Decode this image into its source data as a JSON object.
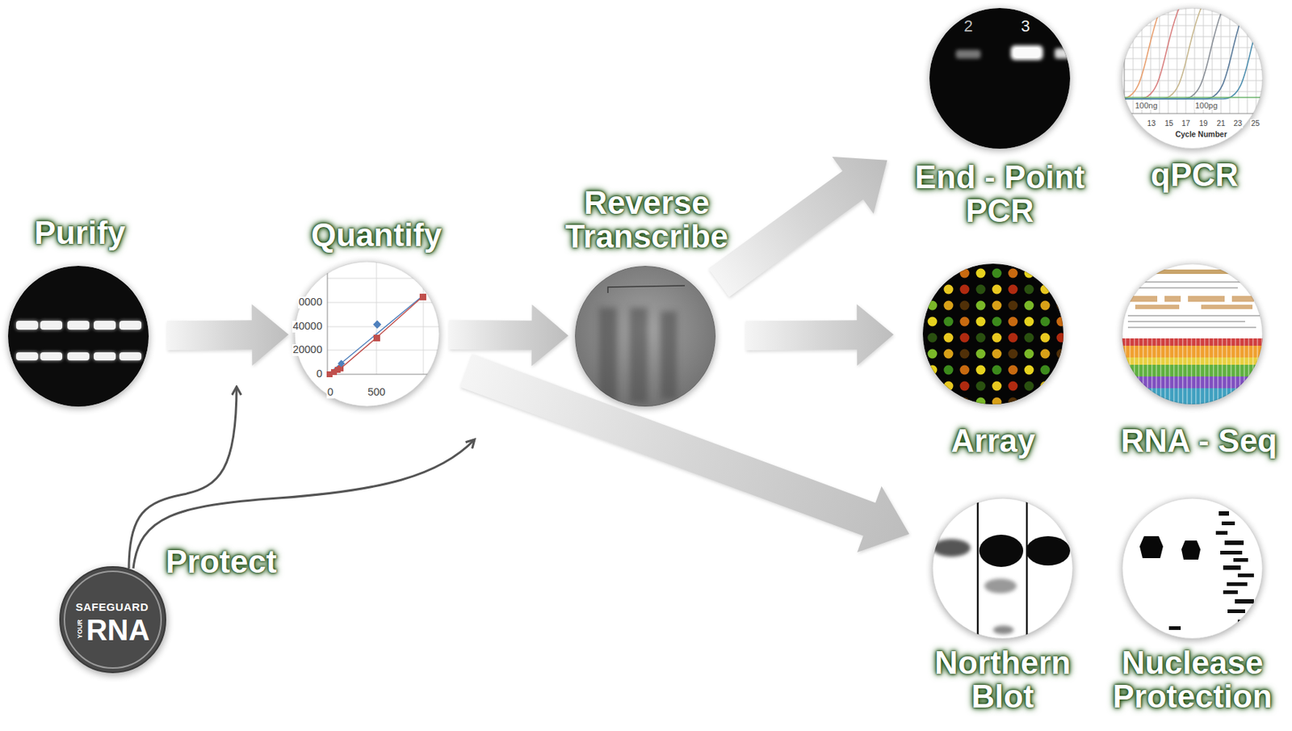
{
  "diagram": {
    "nodes": [
      {
        "text": [
          "Purify"
        ]
      },
      {
        "text": [
          "Quantify"
        ]
      },
      {
        "text": [
          "Reverse Transcribe"
        ]
      },
      {
        "text": [
          "End - Point PCR"
        ]
      },
      {
        "text": [
          "qPCR"
        ]
      },
      {
        "text": [
          "Array"
        ]
      },
      {
        "text": [
          "RNA - Seq"
        ]
      },
      {
        "text": [
          "Protect",
          "SAFEGUARD",
          "YOUR",
          "RNA"
        ]
      },
      {
        "text": [
          "Northern Blot"
        ]
      },
      {
        "text": [
          "Nuclease Protection"
        ]
      }
    ],
    "edges": [
      {
        "from": 0,
        "to": 1,
        "arrow": "to"
      },
      {
        "from": 1,
        "to": 2,
        "arrow": "to"
      },
      {
        "from": 2,
        "to": 3,
        "arrow": "to"
      },
      {
        "from": 2,
        "to": 5,
        "arrow": "to"
      },
      {
        "from": 1,
        "to": 8,
        "arrow": "to"
      }
    ],
    "labels": [
      "0000",
      "40000",
      "20000",
      "0",
      "0",
      "500",
      "2",
      "3",
      "100ng",
      "100pg",
      "13",
      "15",
      "17",
      "19",
      "21",
      "23",
      "25",
      "Cycle Number"
    ]
  }
}
